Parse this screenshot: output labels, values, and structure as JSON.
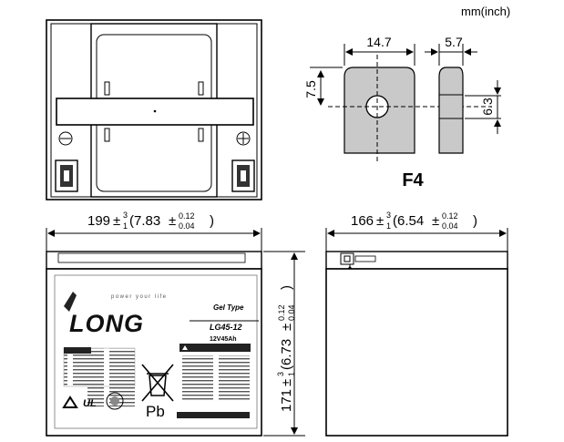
{
  "units": "mm(inch)",
  "terminal": {
    "name": "F4",
    "width": "14.7",
    "thickness": "5.7",
    "height": "7.5",
    "hole": "6.3"
  },
  "length_dim": {
    "base": "199",
    "plus": "3",
    "minus": "1",
    "open": "(7.83",
    "tol_plus": "0.12",
    "tol_minus": "0.04",
    "close": ")"
  },
  "width_dim": {
    "base": "166",
    "plus": "3",
    "minus": "1",
    "open": "(6.54",
    "tol_plus": "0.12",
    "tol_minus": "0.04",
    "close": ")"
  },
  "height_dim": {
    "base": "171",
    "plus": "3",
    "minus": "1",
    "open": "(6.73",
    "tol_plus": "0.12",
    "tol_minus": "0.04",
    "close": ")"
  },
  "pm": "±",
  "label": {
    "brand": "LONG",
    "tagline": "power your life",
    "gel_type": "Gel Type",
    "model": "LG45-12",
    "rating": "12V45Ah",
    "pb": "Pb",
    "ul": "UL"
  }
}
